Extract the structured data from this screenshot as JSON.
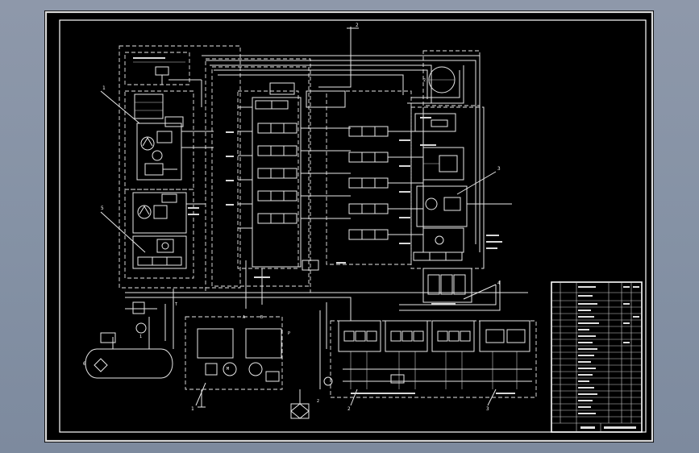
{
  "drawing": {
    "callouts": [
      "1",
      "2",
      "3",
      "4",
      "5",
      "5.1",
      "6",
      "1",
      "2",
      "3"
    ],
    "notes": [
      "A",
      "B",
      "M",
      "P",
      "T",
      "1",
      "2"
    ]
  },
  "colors": {
    "background": "#8a95a8",
    "sheet": "#000000",
    "linework": "#e8e8e8"
  }
}
